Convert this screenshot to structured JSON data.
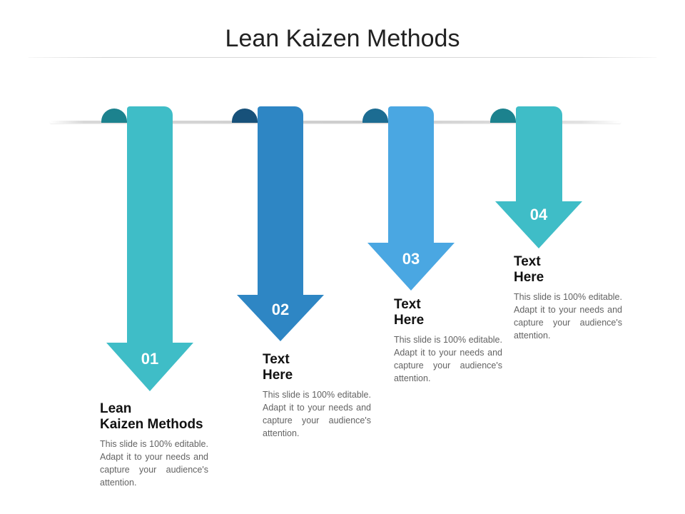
{
  "slide": {
    "title": "Lean Kaizen Methods"
  },
  "items": [
    {
      "number": "01",
      "heading": "Lean\nKaizen Methods",
      "body": "This slide is 100% editable. Adapt it to your needs and capture your audience's attention.",
      "color": "#3FBDC7",
      "fold_color": "#1C828E"
    },
    {
      "number": "02",
      "heading": "Text\nHere",
      "body": "This slide is 100% editable. Adapt it to your needs and capture your audience's attention.",
      "color": "#2E86C4",
      "fold_color": "#17517A"
    },
    {
      "number": "03",
      "heading": "Text\nHere",
      "body": "This slide is 100% editable. Adapt it to your needs and capture your audience's attention.",
      "color": "#4AA7E2",
      "fold_color": "#1C6C92"
    },
    {
      "number": "04",
      "heading": "Text\nHere",
      "body": "This slide is 100% editable. Adapt it to your needs and capture your audience's attention.",
      "color": "#3FBDC7",
      "fold_color": "#1C828E"
    }
  ]
}
